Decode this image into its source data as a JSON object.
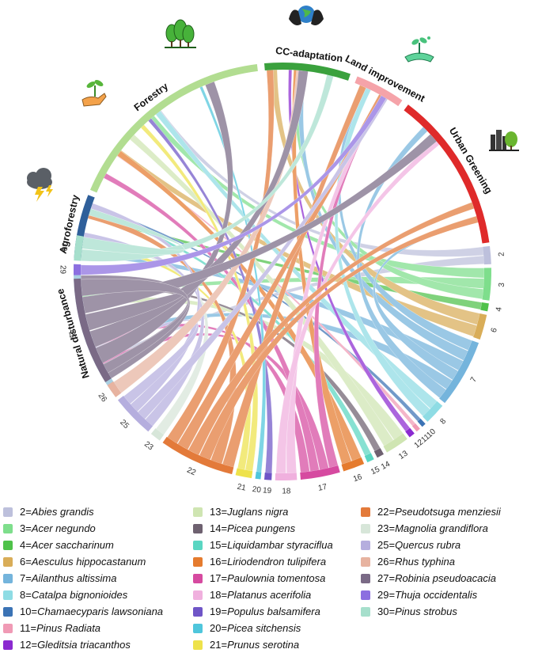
{
  "sectors": [
    {
      "name": "Natural disturbance",
      "color": "#a9cfe1",
      "icon": "storm-cloud-icon",
      "start": 235,
      "end": 272
    },
    {
      "name": "Agroforestry",
      "color": "#2f5f9a",
      "icon": "hand-seedling-icon",
      "start": 273.5,
      "end": 291.5
    },
    {
      "name": "Forestry",
      "color": "#b2dd91",
      "icon": "tree-grove-icon",
      "start": 293,
      "end": 353
    },
    {
      "name": "CC-adaptation",
      "color": "#3aa13d",
      "icon": "earth-hands-icon",
      "start": 355,
      "end": 19
    },
    {
      "name": "Land improvement",
      "color": "#f5a3a9",
      "icon": "land-sprout-icon",
      "start": 21,
      "end": 35
    },
    {
      "name": "Urban Greening",
      "color": "#df2a2a",
      "icon": "city-trees-icon",
      "start": 37,
      "end": 82
    }
  ],
  "species": [
    {
      "id": "2",
      "name": "Abies grandis",
      "color": "#bdc0dc",
      "start": 83,
      "end": 88
    },
    {
      "id": "3",
      "name": "Acer negundo",
      "color": "#7ede8c",
      "start": 89,
      "end": 98
    },
    {
      "id": "4",
      "name": "Acer saccharinum",
      "color": "#4fc24a",
      "start": 98.8,
      "end": 101
    },
    {
      "id": "6",
      "name": "Aesculus hippocastanum",
      "color": "#d9ad58",
      "start": 102,
      "end": 109
    },
    {
      "id": "7",
      "name": "Ailanthus altissima",
      "color": "#74b4dc",
      "start": 110,
      "end": 129
    },
    {
      "id": "8",
      "name": "Catalpa bignonioides",
      "color": "#8edce4",
      "start": 130,
      "end": 136
    },
    {
      "id": "10",
      "name": "Chamaecyparis lawsoniana",
      "color": "#3b73b5",
      "start": 136.8,
      "end": 138
    },
    {
      "id": "11",
      "name": "Pinus Radiata",
      "color": "#f09ab5",
      "start": 138.8,
      "end": 140
    },
    {
      "id": "12",
      "name": "Gleditsia triacanthos",
      "color": "#8b2ad0",
      "start": 140.8,
      "end": 142.5
    },
    {
      "id": "13",
      "name": "Juglans nigra",
      "color": "#cfe5b2",
      "start": 143.3,
      "end": 150
    },
    {
      "id": "14",
      "name": "Picea pungens",
      "color": "#6e6170",
      "start": 151,
      "end": 153
    },
    {
      "id": "15",
      "name": "Liquidambar styraciflua",
      "color": "#5ad6c2",
      "start": 154,
      "end": 156
    },
    {
      "id": "16",
      "name": "Liriodendron tulipifera",
      "color": "#e57b2e",
      "start": 157,
      "end": 163
    },
    {
      "id": "17",
      "name": "Paulownia tomentosa",
      "color": "#d64aa0",
      "start": 164,
      "end": 175
    },
    {
      "id": "18",
      "name": "Platanus acerifolia",
      "color": "#f0b0de",
      "start": 176,
      "end": 182
    },
    {
      "id": "19",
      "name": "Populus balsamifera",
      "color": "#6f55c7",
      "start": 183,
      "end": 185
    },
    {
      "id": "20",
      "name": "Picea sitchensis",
      "color": "#4fc6dc",
      "start": 186,
      "end": 187.5
    },
    {
      "id": "21",
      "name": "Prunus serotina",
      "color": "#eee24b",
      "start": 188.5,
      "end": 193
    },
    {
      "id": "22",
      "name": "Pseudotsuga menziesii",
      "color": "#e37a3a",
      "start": 194,
      "end": 215
    },
    {
      "id": "23",
      "name": "Magnolia grandiflora",
      "color": "#d7e6d9",
      "start": 216,
      "end": 219
    },
    {
      "id": "25",
      "name": "Quercus rubra",
      "color": "#b5aede",
      "start": 220,
      "end": 232
    },
    {
      "id": "26",
      "name": "Rhus typhina",
      "color": "#e7b3a0",
      "start": 233,
      "end": 237
    },
    {
      "id": "27",
      "name": "Robinia pseudoacacia",
      "color": "#7a6a86",
      "start": 238,
      "end": 268
    },
    {
      "id": "29",
      "name": "Thuja occidentalis",
      "color": "#8c6fe0",
      "start": 269,
      "end": 272
    },
    {
      "id": "30",
      "name": "Pinus strobus",
      "color": "#a6dfcc",
      "start": 273,
      "end": 280
    }
  ]
}
